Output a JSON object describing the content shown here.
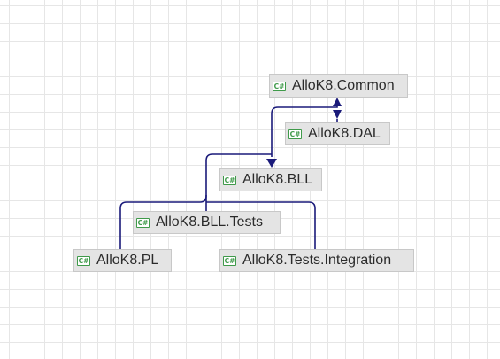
{
  "diagram": {
    "nodes": [
      {
        "id": "common",
        "label": "AlloK8.Common",
        "badge": "C#"
      },
      {
        "id": "dal",
        "label": "AlloK8.DAL",
        "badge": "C#"
      },
      {
        "id": "bll",
        "label": "AlloK8.BLL",
        "badge": "C#"
      },
      {
        "id": "bll_tests",
        "label": "AlloK8.BLL.Tests",
        "badge": "C#"
      },
      {
        "id": "pl",
        "label": "AlloK8.PL",
        "badge": "C#"
      },
      {
        "id": "tests_integration",
        "label": "AlloK8.Tests.Integration",
        "badge": "C#"
      }
    ],
    "edges": [
      {
        "from": "dal",
        "to": "common"
      },
      {
        "from": "bll",
        "to": "common"
      },
      {
        "from": "bll_tests",
        "to": "bll"
      },
      {
        "from": "pl",
        "to": "bll"
      },
      {
        "from": "tests_integration",
        "to": "bll"
      }
    ],
    "colors": {
      "edge": "#1a1a7a",
      "node_fill": "#e4e4e4",
      "node_border": "#c8c8c8",
      "badge": "#3f9a4a",
      "grid": "#e6e6e6"
    },
    "icon": "csharp-project-icon"
  }
}
